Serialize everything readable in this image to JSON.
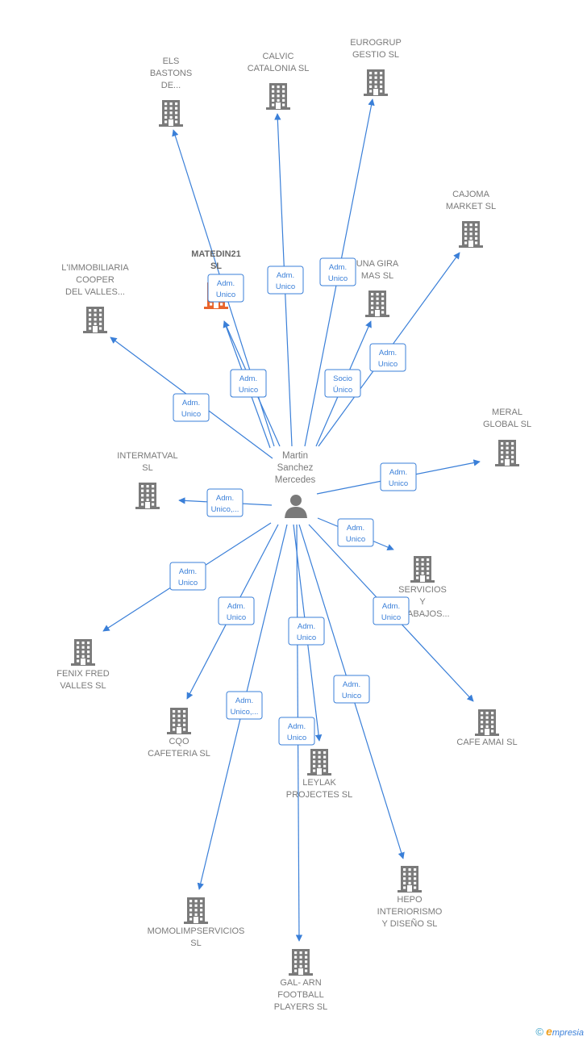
{
  "colors": {
    "edge": "#3a7fd8",
    "building": "#7a7a7a",
    "highlight": "#e8642c",
    "text": "#7a7a7a"
  },
  "center": {
    "name_lines": [
      "Martin",
      "Sanchez",
      "Mercedes"
    ],
    "icon": "person-icon"
  },
  "companies": [
    {
      "id": "els",
      "lines": [
        "ELS",
        "BASTONS",
        "DE..."
      ]
    },
    {
      "id": "calvic",
      "lines": [
        "CALVIC",
        "CATALONIA  SL"
      ]
    },
    {
      "id": "eurogrup",
      "lines": [
        "EUROGRUP",
        "GESTIO  SL"
      ]
    },
    {
      "id": "cajoma",
      "lines": [
        "CAJOMA",
        "MARKET  SL"
      ]
    },
    {
      "id": "matedin",
      "lines": [
        "MATEDIN21",
        "SL"
      ],
      "highlight": true
    },
    {
      "id": "unagira",
      "lines": [
        "UNA GIRA",
        "MAS  SL"
      ]
    },
    {
      "id": "immobiliaria",
      "lines": [
        "L'IMMOBILIARIA",
        "COOPER",
        "DEL VALLES..."
      ]
    },
    {
      "id": "meral",
      "lines": [
        "MERAL",
        "GLOBAL  SL"
      ]
    },
    {
      "id": "intermatval",
      "lines": [
        "INTERMATVAL",
        "SL"
      ]
    },
    {
      "id": "servicios",
      "lines": [
        "SERVICIOS",
        "Y",
        "TRABAJOS..."
      ]
    },
    {
      "id": "fenix",
      "lines": [
        "FENIX FRED",
        "VALLES  SL"
      ]
    },
    {
      "id": "cafeamai",
      "lines": [
        "CAFE AMAI  SL"
      ]
    },
    {
      "id": "cqo",
      "lines": [
        "CQO",
        "CAFETERIA  SL"
      ]
    },
    {
      "id": "leylak",
      "lines": [
        "LEYLAK",
        "PROJECTES SL"
      ]
    },
    {
      "id": "hepo",
      "lines": [
        "HEPO",
        "INTERIORISMO",
        "Y DISEÑO  SL"
      ]
    },
    {
      "id": "momolim",
      "lines": [
        "MOMOLIMPSERVICIOS",
        "SL"
      ]
    },
    {
      "id": "galarn",
      "lines": [
        "GAL- ARN",
        "FOOTBALL",
        "PLAYERS  SL"
      ]
    }
  ],
  "roles": [
    {
      "target": "els",
      "lines": [
        "Adm.",
        "Unico"
      ]
    },
    {
      "target": "matedin",
      "lines": [
        "Adm.",
        "Unico"
      ]
    },
    {
      "target": "calvic",
      "lines": [
        "Adm.",
        "Unico"
      ]
    },
    {
      "target": "eurogrup",
      "lines": [
        "Adm.",
        "Unico"
      ]
    },
    {
      "target": "matedin",
      "lines": [
        "Adm.",
        "Unico"
      ]
    },
    {
      "target": "unagira",
      "lines": [
        "Socio",
        "Único"
      ]
    },
    {
      "target": "cajoma",
      "lines": [
        "Adm.",
        "Unico"
      ]
    },
    {
      "target": "immobiliaria",
      "lines": [
        "Adm.",
        "Unico"
      ]
    },
    {
      "target": "meral",
      "lines": [
        "Adm.",
        "Unico"
      ]
    },
    {
      "target": "intermatval",
      "lines": [
        "Adm.",
        "Unico,..."
      ]
    },
    {
      "target": "servicios",
      "lines": [
        "Adm.",
        "Unico"
      ]
    },
    {
      "target": "fenix",
      "lines": [
        "Adm.",
        "Unico"
      ]
    },
    {
      "target": "cafeamai",
      "lines": [
        "Adm.",
        "Unico"
      ]
    },
    {
      "target": "cqo",
      "lines": [
        "Adm.",
        "Unico"
      ]
    },
    {
      "target": "leylak",
      "lines": [
        "Adm.",
        "Unico"
      ]
    },
    {
      "target": "hepo",
      "lines": [
        "Adm.",
        "Unico"
      ]
    },
    {
      "target": "momolim",
      "lines": [
        "Adm.",
        "Unico,..."
      ]
    },
    {
      "target": "galarn",
      "lines": [
        "Adm.",
        "Unico"
      ]
    }
  ],
  "footer": {
    "copyright": "©",
    "brand_first": "e",
    "brand_rest": "mpresia"
  }
}
